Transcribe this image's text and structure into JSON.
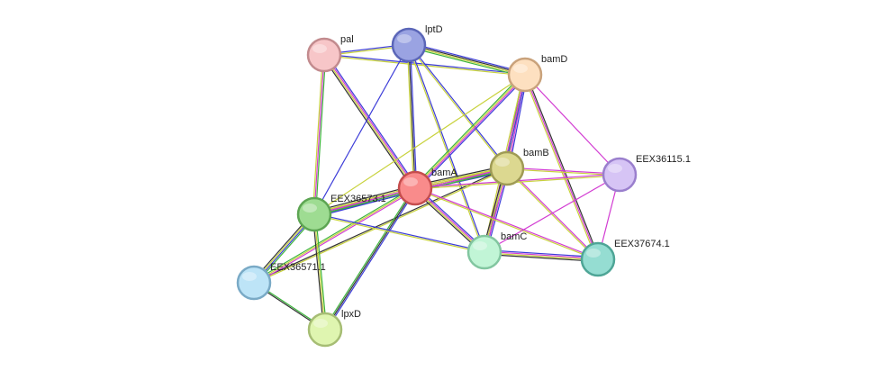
{
  "nodes": [
    {
      "id": "pal",
      "label": "pal",
      "fill": "#f7c6c8",
      "stroke": "#c28b8e"
    },
    {
      "id": "lptD",
      "label": "lptD",
      "fill": "#9aa3e2",
      "stroke": "#5b66b8"
    },
    {
      "id": "bamD",
      "label": "bamD",
      "fill": "#fde0c0",
      "stroke": "#c9a27b"
    },
    {
      "id": "bamB",
      "label": "bamB",
      "fill": "#dcd890",
      "stroke": "#9f9b55"
    },
    {
      "id": "EEX36115.1",
      "label": "EEX36115.1",
      "fill": "#d6c4f5",
      "stroke": "#9a7fcd"
    },
    {
      "id": "bamA",
      "label": "bamA",
      "fill": "#f98b8b",
      "stroke": "#c54d4d"
    },
    {
      "id": "EEX36573.1",
      "label": "EEX36573.1",
      "fill": "#9edc92",
      "stroke": "#5da553"
    },
    {
      "id": "bamC",
      "label": "bamC",
      "fill": "#c1f5d6",
      "stroke": "#82c6a0"
    },
    {
      "id": "EEX37674.1",
      "label": "EEX37674.1",
      "fill": "#95ddd2",
      "stroke": "#4ea596"
    },
    {
      "id": "EEX36571.1",
      "label": "EEX36571.1",
      "fill": "#bde4f7",
      "stroke": "#7aaac6"
    },
    {
      "id": "lpxD",
      "label": "lpxD",
      "fill": "#dff5b0",
      "stroke": "#a6bd74"
    }
  ],
  "edges": [
    {
      "source": "pal",
      "target": "lptD",
      "colors": [
        "#3c3cd8",
        "#c8d23c"
      ]
    },
    {
      "source": "pal",
      "target": "bamD",
      "colors": [
        "#3c3cd8",
        "#c8d23c"
      ]
    },
    {
      "source": "pal",
      "target": "bamA",
      "colors": [
        "#3c3cd8",
        "#d23cd2",
        "#c8d23c",
        "#333333"
      ]
    },
    {
      "source": "pal",
      "target": "EEX36573.1",
      "colors": [
        "#3cb43c",
        "#d23cd2",
        "#c8d23c"
      ]
    },
    {
      "source": "lptD",
      "target": "bamD",
      "colors": [
        "#3c3cd8",
        "#333333",
        "#c8d23c",
        "#3cb43c"
      ]
    },
    {
      "source": "lptD",
      "target": "bamA",
      "colors": [
        "#3c3cd8",
        "#333333",
        "#c8d23c"
      ]
    },
    {
      "source": "lptD",
      "target": "bamB",
      "colors": [
        "#3c3cd8",
        "#c8d23c"
      ]
    },
    {
      "source": "lptD",
      "target": "bamC",
      "colors": [
        "#3c3cd8",
        "#c8d23c"
      ]
    },
    {
      "source": "lptD",
      "target": "EEX36573.1",
      "colors": [
        "#3c3cd8"
      ]
    },
    {
      "source": "bamD",
      "target": "bamA",
      "colors": [
        "#3c3cd8",
        "#d23cd2",
        "#c8d23c",
        "#3cb43c"
      ]
    },
    {
      "source": "bamD",
      "target": "bamB",
      "colors": [
        "#3c3cd8",
        "#d23cd2",
        "#c8d23c",
        "#3cb43c"
      ]
    },
    {
      "source": "bamD",
      "target": "bamC",
      "colors": [
        "#3c3cd8",
        "#d23cd2",
        "#c8d23c"
      ]
    },
    {
      "source": "bamD",
      "target": "EEX36115.1",
      "colors": [
        "#d23cd2"
      ]
    },
    {
      "source": "bamD",
      "target": "EEX37674.1",
      "colors": [
        "#333333",
        "#d23cd2",
        "#c8d23c"
      ]
    },
    {
      "source": "bamD",
      "target": "EEX36573.1",
      "colors": [
        "#c8d23c"
      ]
    },
    {
      "source": "bamB",
      "target": "bamA",
      "colors": [
        "#3c3cd8",
        "#3cb43c",
        "#d23cd2",
        "#c8d23c",
        "#333333"
      ]
    },
    {
      "source": "bamB",
      "target": "bamC",
      "colors": [
        "#3c3cd8",
        "#d23cd2",
        "#c8d23c",
        "#333333"
      ]
    },
    {
      "source": "bamB",
      "target": "EEX36115.1",
      "colors": [
        "#d23cd2",
        "#c8d23c"
      ]
    },
    {
      "source": "bamB",
      "target": "EEX37674.1",
      "colors": [
        "#d23cd2",
        "#c8d23c"
      ]
    },
    {
      "source": "bamB",
      "target": "EEX36573.1",
      "colors": [
        "#3cb43c",
        "#d23cd2",
        "#c8d23c"
      ]
    },
    {
      "source": "bamB",
      "target": "EEX36571.1",
      "colors": [
        "#c8d23c",
        "#333333"
      ]
    },
    {
      "source": "bamA",
      "target": "EEX36573.1",
      "colors": [
        "#3c3cd8",
        "#3cb43c",
        "#d23cd2",
        "#c8d23c",
        "#333333"
      ]
    },
    {
      "source": "bamA",
      "target": "bamC",
      "colors": [
        "#3c3cd8",
        "#d23cd2",
        "#c8d23c",
        "#333333"
      ]
    },
    {
      "source": "bamA",
      "target": "EEX36115.1",
      "colors": [
        "#d23cd2",
        "#c8d23c"
      ]
    },
    {
      "source": "bamA",
      "target": "EEX37674.1",
      "colors": [
        "#d23cd2",
        "#c8d23c"
      ]
    },
    {
      "source": "bamA",
      "target": "EEX36571.1",
      "colors": [
        "#d23cd2",
        "#c8d23c",
        "#3cb43c"
      ]
    },
    {
      "source": "bamA",
      "target": "lpxD",
      "colors": [
        "#3c3cd8",
        "#333333",
        "#3cb43c"
      ]
    },
    {
      "source": "EEX36573.1",
      "target": "bamC",
      "colors": [
        "#3c3cd8",
        "#c8d23c"
      ]
    },
    {
      "source": "EEX36573.1",
      "target": "EEX36571.1",
      "colors": [
        "#3cb43c",
        "#3c3cd8",
        "#c8d23c",
        "#333333"
      ]
    },
    {
      "source": "EEX36573.1",
      "target": "lpxD",
      "colors": [
        "#3cb43c",
        "#c8d23c",
        "#333333"
      ]
    },
    {
      "source": "bamC",
      "target": "EEX37674.1",
      "colors": [
        "#3c3cd8",
        "#d23cd2",
        "#c8d23c",
        "#333333"
      ]
    },
    {
      "source": "bamC",
      "target": "EEX36115.1",
      "colors": [
        "#d23cd2"
      ]
    },
    {
      "source": "EEX36115.1",
      "target": "EEX37674.1",
      "colors": [
        "#d23cd2"
      ]
    },
    {
      "source": "EEX36571.1",
      "target": "lpxD",
      "colors": [
        "#3cb43c",
        "#333333"
      ]
    }
  ]
}
